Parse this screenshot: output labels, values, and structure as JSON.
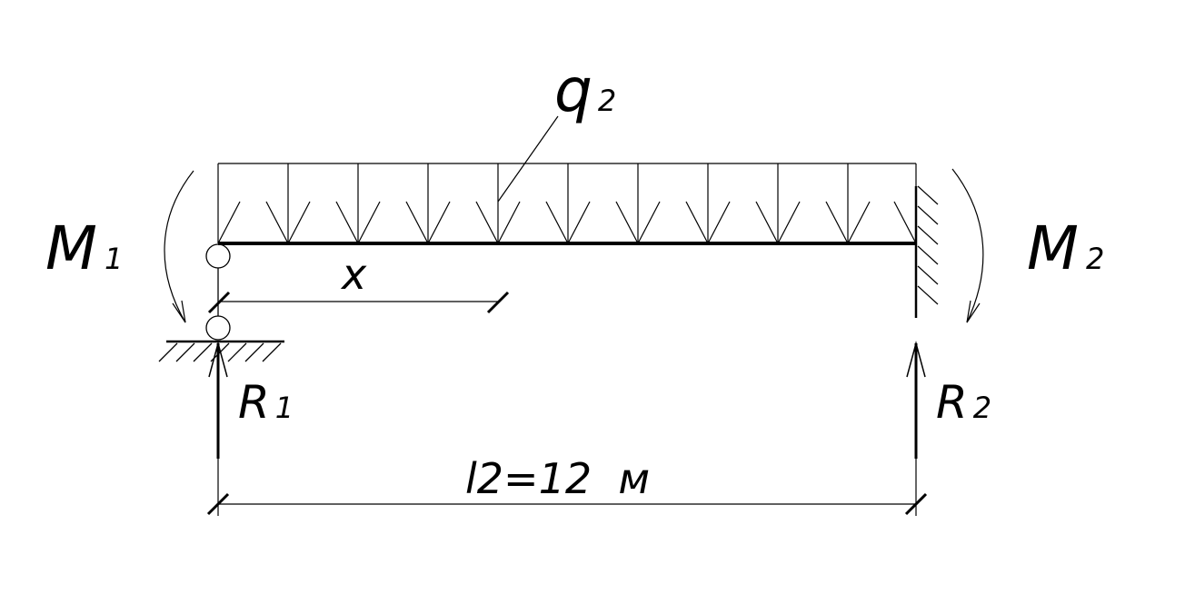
{
  "labels": {
    "load": {
      "main": "q",
      "sub": "2"
    },
    "moment_left": {
      "main": "M",
      "sub": "1"
    },
    "moment_right": {
      "main": "M",
      "sub": "2"
    },
    "reaction_left": {
      "main": "R",
      "sub": "1"
    },
    "reaction_right": {
      "main": "R",
      "sub": "2"
    },
    "coordinate": "x",
    "span": "l2=12  м"
  }
}
